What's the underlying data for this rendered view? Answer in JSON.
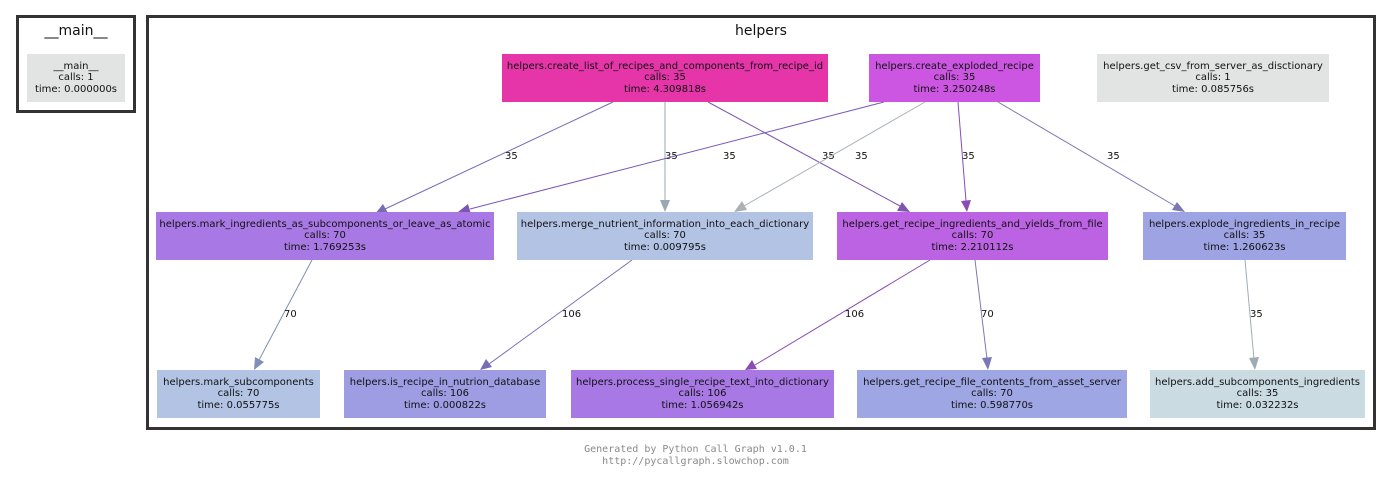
{
  "clusters": {
    "main": {
      "title": "__main__"
    },
    "helpers": {
      "title": "helpers"
    }
  },
  "nodes": {
    "main": {
      "name": "__main__",
      "calls": "calls: 1",
      "time": "time: 0.000000s",
      "color": "#e2e4e4"
    },
    "create_list": {
      "name": "helpers.create_list_of_recipes_and_components_from_recipe_id",
      "calls": "calls: 35",
      "time": "time: 4.309818s",
      "color": "#e535a8"
    },
    "create_exploded": {
      "name": "helpers.create_exploded_recipe",
      "calls": "calls: 35",
      "time": "time: 3.250248s",
      "color": "#cc56e2"
    },
    "get_csv": {
      "name": "helpers.get_csv_from_server_as_disctionary",
      "calls": "calls: 1",
      "time": "time: 0.085756s",
      "color": "#e2e4e4"
    },
    "mark_ingredients": {
      "name": "helpers.mark_ingredients_as_subcomponents_or_leave_as_atomic",
      "calls": "calls: 70",
      "time": "time: 1.769253s",
      "color": "#a879e4"
    },
    "merge_nutrient": {
      "name": "helpers.merge_nutrient_information_into_each_dictionary",
      "calls": "calls: 70",
      "time": "time: 0.009795s",
      "color": "#b2c3e4"
    },
    "get_recipe_ingredients": {
      "name": "helpers.get_recipe_ingredients_and_yields_from_file",
      "calls": "calls: 70",
      "time": "time: 2.210112s",
      "color": "#bb63e3"
    },
    "explode_ingredients": {
      "name": "helpers.explode_ingredients_in_recipe",
      "calls": "calls: 35",
      "time": "time: 1.260623s",
      "color": "#9ea3e4"
    },
    "mark_subcomponents": {
      "name": "helpers.mark_subcomponents",
      "calls": "calls: 70",
      "time": "time: 0.055775s",
      "color": "#b2c3e4"
    },
    "is_recipe": {
      "name": "helpers.is_recipe_in_nutrion_database",
      "calls": "calls: 106",
      "time": "time: 0.000822s",
      "color": "#9e9de4"
    },
    "process_single": {
      "name": "helpers.process_single_recipe_text_into_dictionary",
      "calls": "calls: 106",
      "time": "time: 1.056942s",
      "color": "#a879e4"
    },
    "get_file_contents": {
      "name": "helpers.get_recipe_file_contents_from_asset_server",
      "calls": "calls: 70",
      "time": "time: 0.598770s",
      "color": "#9ea6e4"
    },
    "add_subcomponents": {
      "name": "helpers.add_subcomponents_ingredients",
      "calls": "calls: 35",
      "time": "time: 0.032232s",
      "color": "#cadbe2"
    }
  },
  "edges": [
    {
      "id": "e1",
      "from": "create_list",
      "to": "mark_ingredients",
      "label": "35",
      "color": "#7a6bb5"
    },
    {
      "id": "e2",
      "from": "create_list",
      "to": "merge_nutrient",
      "label": "35",
      "color": "#9aa8b6"
    },
    {
      "id": "e3",
      "from": "create_list",
      "to": "get_recipe_ingredients",
      "label": "35",
      "color": "#8055b0"
    },
    {
      "id": "e4",
      "from": "create_exploded",
      "to": "mark_ingredients",
      "label": "35",
      "color": "#7a55b5"
    },
    {
      "id": "e5",
      "from": "create_exploded",
      "to": "merge_nutrient",
      "label": "35",
      "color": "#a8b0b8"
    },
    {
      "id": "e6",
      "from": "create_exploded",
      "to": "get_recipe_ingredients",
      "label": "35",
      "color": "#8a4cb5"
    },
    {
      "id": "e7",
      "from": "create_exploded",
      "to": "explode_ingredients",
      "label": "35",
      "color": "#7a78b5"
    },
    {
      "id": "e8",
      "from": "mark_ingredients",
      "to": "mark_subcomponents",
      "label": "70",
      "color": "#8090b5"
    },
    {
      "id": "e9",
      "from": "merge_nutrient",
      "to": "is_recipe",
      "label": "106",
      "color": "#7a6bb5"
    },
    {
      "id": "e10",
      "from": "get_recipe_ingredients",
      "to": "process_single",
      "label": "106",
      "color": "#8a4cb0"
    },
    {
      "id": "e11",
      "from": "get_recipe_ingredients",
      "to": "get_file_contents",
      "label": "70",
      "color": "#7a78b5"
    },
    {
      "id": "e12",
      "from": "explode_ingredients",
      "to": "add_subcomponents",
      "label": "35",
      "color": "#a0aab5"
    }
  ],
  "footer": {
    "line1": "Generated by Python Call Graph v1.0.1",
    "line2": "http://pycallgraph.slowchop.com"
  }
}
